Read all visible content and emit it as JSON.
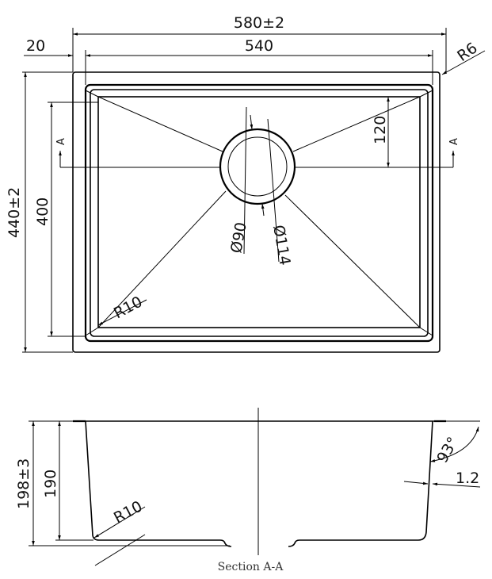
{
  "plan_view": {
    "overall_width": "580±2",
    "bowl_width": "540",
    "flange": "20",
    "corner_radius": "R6",
    "overall_depth": "440±2",
    "bowl_depth": "400",
    "drain_offset": "120",
    "drain_inner_dia": "Ø90",
    "drain_outer_dia": "Ø114",
    "bowl_radius": "R10",
    "section_mark_left": "A",
    "section_mark_right": "A"
  },
  "section_view": {
    "overall_height": "198±3",
    "bowl_height": "190",
    "bottom_radius": "R10",
    "wall_angle": "93°",
    "thickness": "1.2",
    "caption": "Section A-A"
  }
}
